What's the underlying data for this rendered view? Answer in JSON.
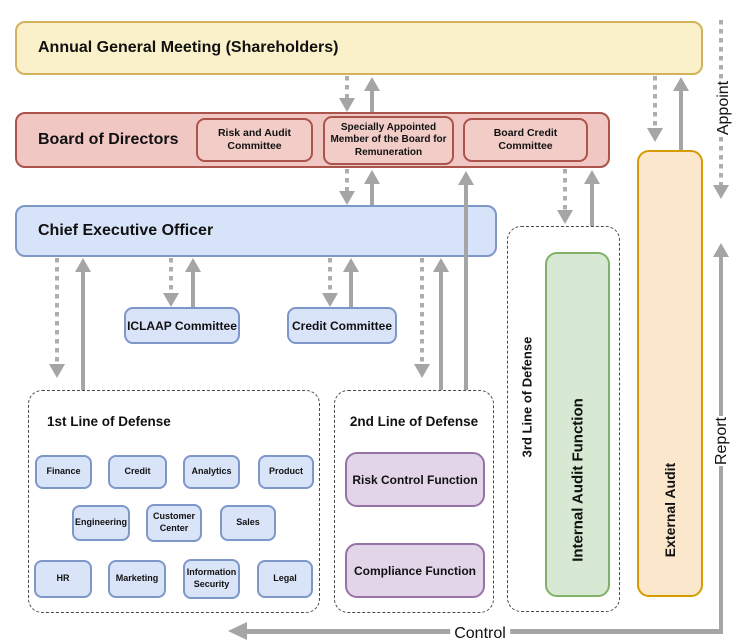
{
  "agm": {
    "label": "Annual General Meeting (Shareholders)"
  },
  "board": {
    "label": "Board of Directors",
    "committees": [
      {
        "label": "Risk and Audit Committee"
      },
      {
        "label": "Specially Appointed Member of the Board for Remuneration"
      },
      {
        "label": "Board Credit Committee"
      }
    ]
  },
  "ceo": {
    "label": "Chief Executive Officer"
  },
  "committees": [
    {
      "label": "ICLAAP Committee"
    },
    {
      "label": "Credit Committee"
    }
  ],
  "first_line": {
    "title": "1st Line of Defense",
    "departments": [
      "Finance",
      "Credit",
      "Analytics",
      "Product",
      "Engineering",
      "Customer Center",
      "Sales",
      "HR",
      "Marketing",
      "Information Security",
      "Legal"
    ]
  },
  "second_line": {
    "title": "2nd Line of Defense",
    "functions": [
      "Risk Control Function",
      "Compliance Function"
    ]
  },
  "third_line": {
    "title": "3rd Line of Defense",
    "function": "Internal Audit Function"
  },
  "external_audit": {
    "label": "External Audit"
  },
  "edge_labels": {
    "appoint": "Appoint",
    "report": "Report",
    "control": "Control"
  },
  "palette": {
    "agm_fill": "#faf0c9",
    "agm_border": "#d2b25c",
    "board_fill": "#f0c7c2",
    "board_border": "#aa544c",
    "blue_fill": "#d9e4f8",
    "blue_border": "#7e97c9",
    "purple_fill": "#e2d5e8",
    "purple_border": "#9673a6",
    "green_fill": "#d7e8d3",
    "green_border": "#7fb266",
    "orange_fill": "#fbe7cc",
    "orange_border": "#d79b00",
    "arrow_gray": "#a5a5a5",
    "dashed_container_border": "#4a4a4a"
  }
}
